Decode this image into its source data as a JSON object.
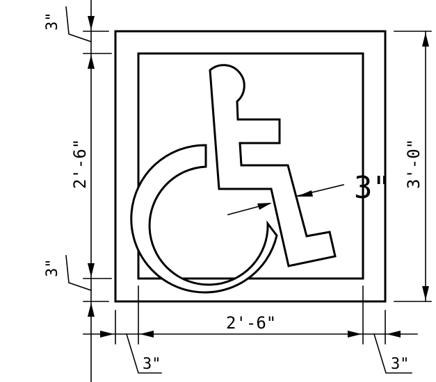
{
  "dimensions": {
    "top_border": "3\"",
    "inner_height": "2'-6\"",
    "bottom_border": "3\"",
    "overall_height": "3'-0\"",
    "inner_width": "2'-6\"",
    "left_border": "3\"",
    "right_border": "3\"",
    "stroke_width": "3\""
  },
  "symbol": {
    "name": "international-symbol-of-access"
  }
}
